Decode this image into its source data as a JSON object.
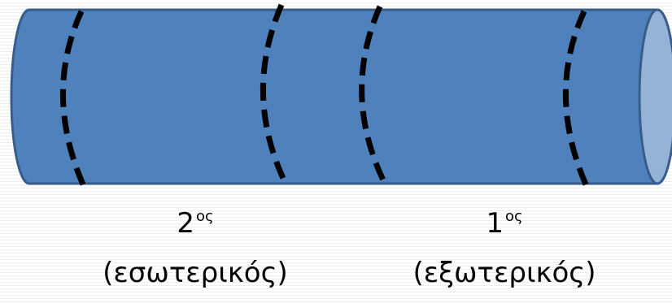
{
  "diagram": {
    "cylinder": {
      "body_color": "#4f81bd",
      "end_color": "#95b3d7",
      "outline_color": "#385d8a"
    },
    "cuts": {
      "stroke_color": "#000000"
    },
    "labels": [
      {
        "number": "2",
        "superscript": "ος",
        "description": "(εσωτερικός)"
      },
      {
        "number": "1",
        "superscript": "ος",
        "description": "(εξωτερικός)"
      }
    ]
  }
}
